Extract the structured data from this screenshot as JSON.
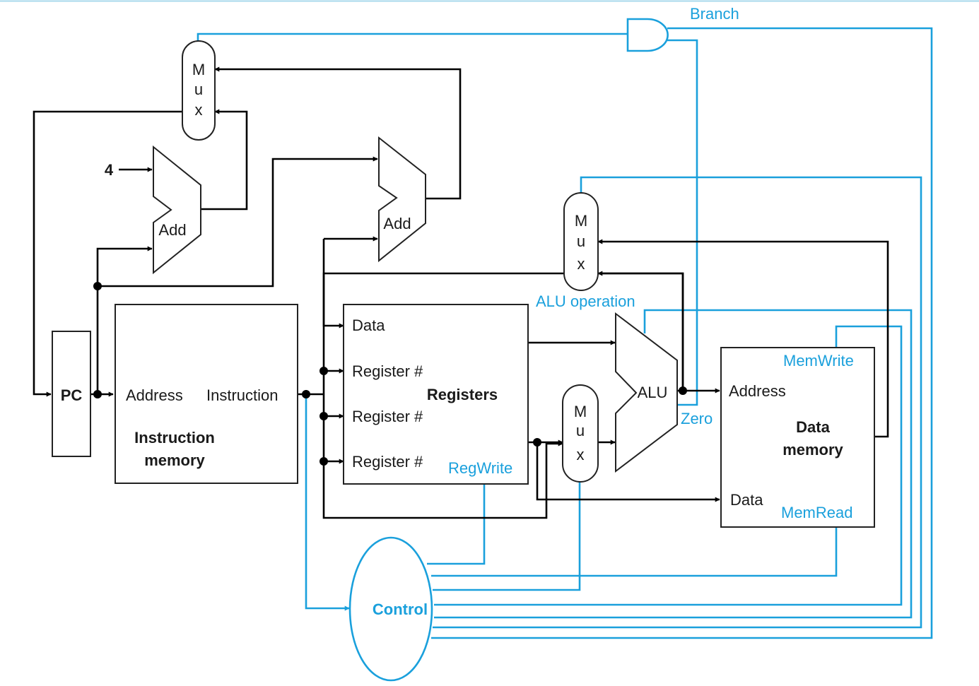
{
  "colors": {
    "control_signal": "#1aa0dc",
    "datapath": "#000000"
  },
  "labels": {
    "branch": "Branch",
    "alu_operation": "ALU operation",
    "mem_write": "MemWrite",
    "mem_read": "MemRead",
    "reg_write": "RegWrite",
    "zero": "Zero",
    "control": "Control",
    "constant_four": "4"
  },
  "mux": {
    "m": "M",
    "u": "u",
    "x": "x"
  },
  "adders": {
    "pc_adder": "Add",
    "branch_adder": "Add"
  },
  "alu": "ALU",
  "pc": "PC",
  "instruction_memory": {
    "address": "Address",
    "instruction": "Instruction",
    "title_line1": "Instruction",
    "title_line2": "memory"
  },
  "registers": {
    "title": "Registers",
    "data": "Data",
    "reg1": "Register #",
    "reg2": "Register #",
    "reg3": "Register #"
  },
  "data_memory": {
    "address": "Address",
    "data": "Data",
    "title_line1": "Data",
    "title_line2": "memory"
  }
}
